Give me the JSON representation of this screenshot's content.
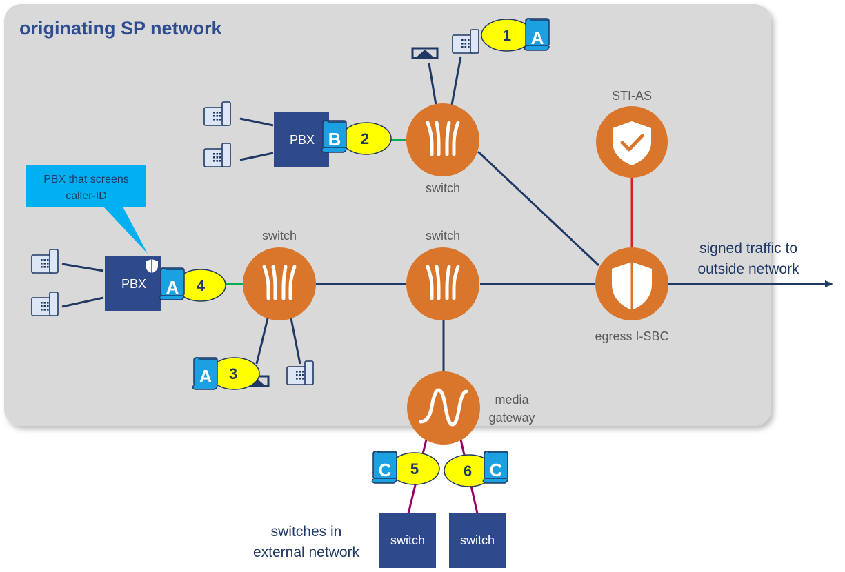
{
  "network": {
    "title": "originating SP network"
  },
  "nodes": {
    "switch_top": "switch",
    "switch_left": "switch",
    "switch_center": "switch",
    "sti_as": "STI-AS",
    "egress_sbc": "egress I-SBC",
    "media_gateway": [
      "media",
      "gateway"
    ],
    "pbx_top": "PBX",
    "pbx_left": "PBX",
    "ext_switch_1": "switch",
    "ext_switch_2": "switch"
  },
  "callout": {
    "lines": [
      "PBX that screens",
      "caller-ID"
    ]
  },
  "outside": {
    "lines": [
      "signed traffic to",
      "outside network"
    ]
  },
  "external": {
    "lines": [
      "switches in",
      "external network"
    ]
  },
  "markers": [
    {
      "num": "1",
      "badge": "A"
    },
    {
      "num": "2",
      "badge": "B"
    },
    {
      "num": "3",
      "badge": "A"
    },
    {
      "num": "4",
      "badge": "A"
    },
    {
      "num": "5",
      "badge": "C"
    },
    {
      "num": "6",
      "badge": "C"
    }
  ],
  "colors": {
    "region": "#D9D9D9",
    "node_orange": "#D9762B",
    "pbx_navy": "#2F4A8A",
    "line_navy": "#1F3864",
    "badge_blue": "#1BA1E2",
    "ellipse_yellow": "#FFFF00",
    "callout_blue": "#00B0F0",
    "link_green": "#00B050",
    "link_red": "#E02020",
    "link_purple": "#990066"
  }
}
